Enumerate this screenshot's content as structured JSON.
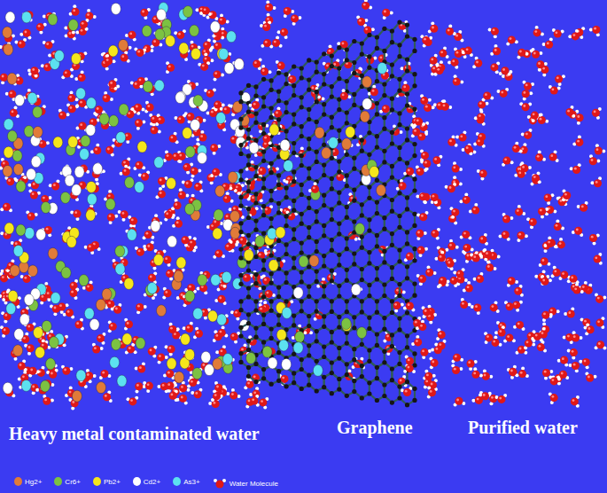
{
  "diagram": {
    "labels": [
      "Heavy metal contaminated water",
      "Graphene",
      "Purified water"
    ],
    "legend": [
      {
        "text": "Hg2+",
        "color": "#e07b39"
      },
      {
        "text": "Cr6+",
        "color": "#7cc242"
      },
      {
        "text": "Pb2+",
        "color": "#f5e61b"
      },
      {
        "text": "Cd2+",
        "color": "#ffffff"
      },
      {
        "text": "As3+",
        "color": "#5ce1f0"
      },
      {
        "text": "Water Molecule"
      }
    ]
  }
}
